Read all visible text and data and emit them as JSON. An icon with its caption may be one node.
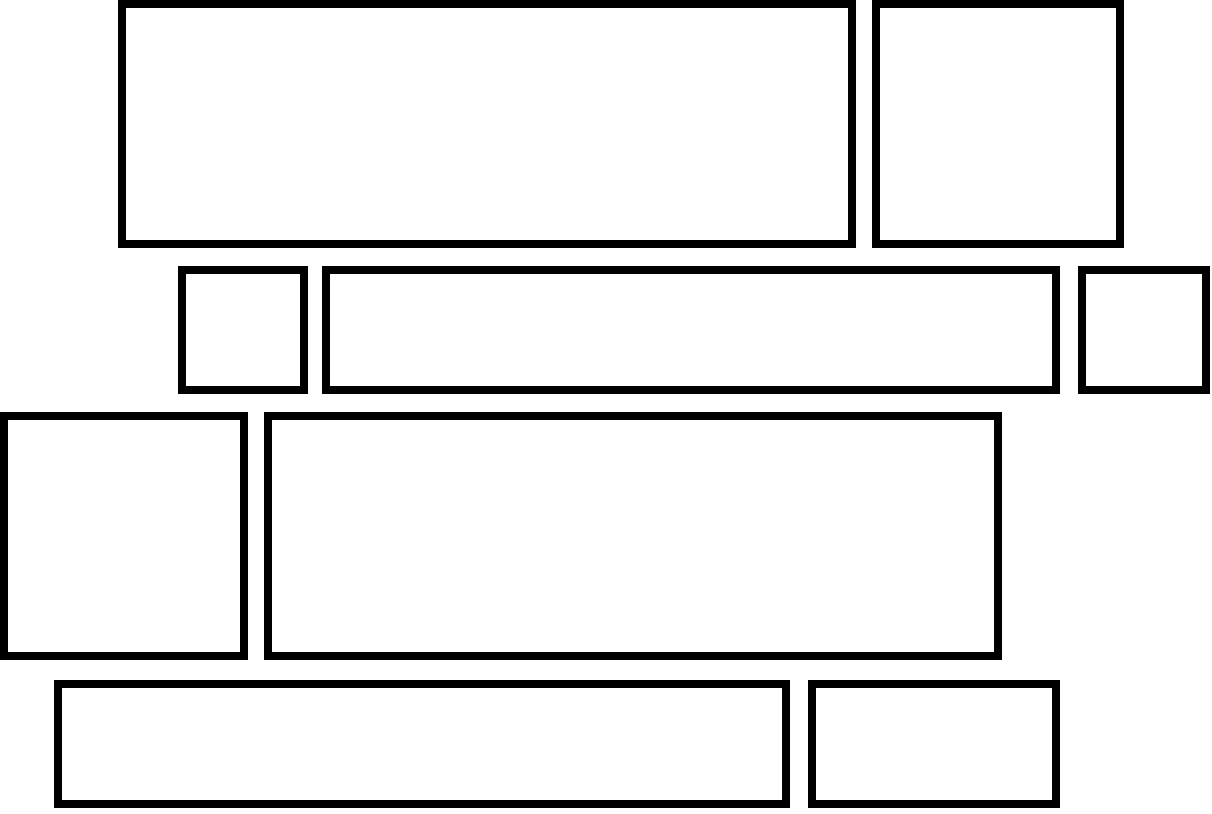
{
  "diagram": {
    "nodes": [
      {
        "text": [],
        "shape": "box"
      },
      {
        "text": [],
        "shape": "box"
      },
      {
        "text": [],
        "shape": "box"
      },
      {
        "text": [],
        "shape": "box"
      },
      {
        "text": [],
        "shape": "box"
      },
      {
        "text": [],
        "shape": "box"
      },
      {
        "text": [],
        "shape": "box"
      },
      {
        "text": [],
        "shape": "box"
      },
      {
        "text": [],
        "shape": "box"
      }
    ]
  }
}
